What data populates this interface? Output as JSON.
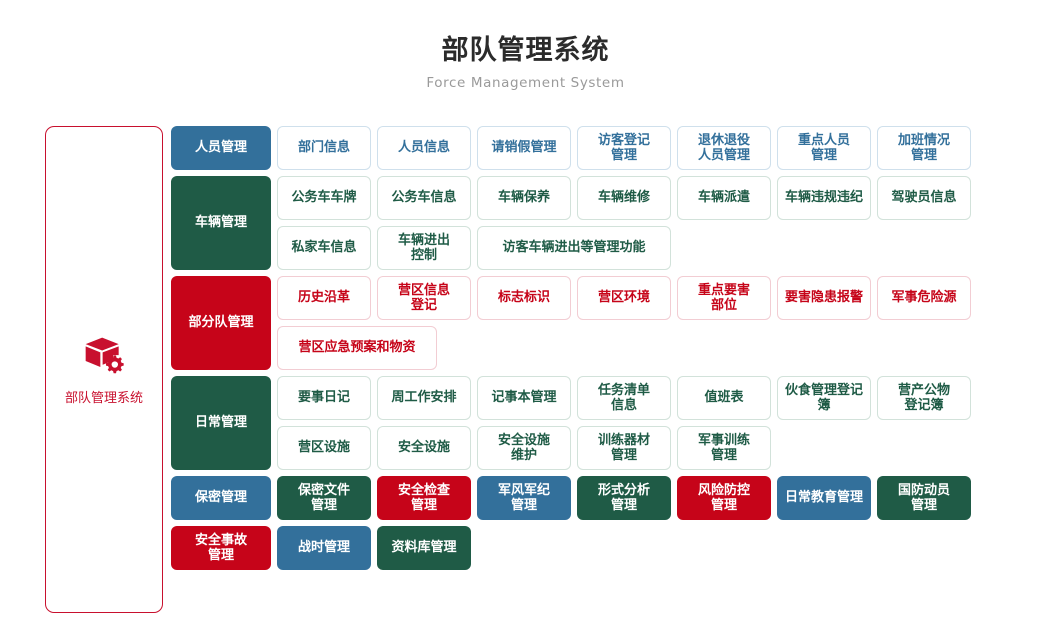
{
  "header": {
    "title": "部队管理系统",
    "subtitle": "Force Management System"
  },
  "sidebar": {
    "icon": "box-gear-icon",
    "label": "部队管理系统",
    "border_color": "#c8102e",
    "text_color": "#c8102e"
  },
  "palette": {
    "blue": "#33709b",
    "green": "#1f5b46",
    "red": "#c60419",
    "title_color": "#2b2b2b",
    "subtitle_color": "#9a9a9a"
  },
  "bands": [
    {
      "category": {
        "label": "人员管理",
        "style": "solid-blue"
      },
      "rows": [
        [
          {
            "label": "部门信息",
            "style": "out-blue",
            "width": "w1"
          },
          {
            "label": "人员信息",
            "style": "out-blue",
            "width": "w1"
          },
          {
            "label": "请销假管理",
            "style": "out-blue",
            "width": "w1"
          },
          {
            "label": "访客登记\n管理",
            "style": "out-blue",
            "width": "w1"
          },
          {
            "label": "退休退役\n人员管理",
            "style": "out-blue",
            "width": "w1"
          },
          {
            "label": "重点人员\n管理",
            "style": "out-blue",
            "width": "w1"
          },
          {
            "label": "加班情况\n管理",
            "style": "out-blue",
            "width": "w1"
          }
        ]
      ]
    },
    {
      "category": {
        "label": "车辆管理",
        "style": "solid-green"
      },
      "rows": [
        [
          {
            "label": "公务车车牌",
            "style": "out-green",
            "width": "w1"
          },
          {
            "label": "公务车信息",
            "style": "out-green",
            "width": "w1"
          },
          {
            "label": "车辆保养",
            "style": "out-green",
            "width": "w1"
          },
          {
            "label": "车辆维修",
            "style": "out-green",
            "width": "w1"
          },
          {
            "label": "车辆派遣",
            "style": "out-green",
            "width": "w1"
          },
          {
            "label": "车辆违规违纪",
            "style": "out-green",
            "width": "w1"
          },
          {
            "label": "驾驶员信息",
            "style": "out-green",
            "width": "w1"
          }
        ],
        [
          {
            "label": "私家车信息",
            "style": "out-green",
            "width": "w1"
          },
          {
            "label": "车辆进出\n控制",
            "style": "out-green",
            "width": "w1"
          },
          {
            "label": "访客车辆进出等管理功能",
            "style": "out-green",
            "width": "w-wide"
          }
        ]
      ]
    },
    {
      "category": {
        "label": "部分队管理",
        "style": "solid-red"
      },
      "rows": [
        [
          {
            "label": "历史沿革",
            "style": "out-red",
            "width": "w1"
          },
          {
            "label": "营区信息\n登记",
            "style": "out-red",
            "width": "w1"
          },
          {
            "label": "标志标识",
            "style": "out-red",
            "width": "w1"
          },
          {
            "label": "营区环境",
            "style": "out-red",
            "width": "w1"
          },
          {
            "label": "重点要害\n部位",
            "style": "out-red",
            "width": "w1"
          },
          {
            "label": "要害隐患报警",
            "style": "out-red",
            "width": "w1"
          },
          {
            "label": "军事危险源",
            "style": "out-red",
            "width": "w1"
          }
        ],
        [
          {
            "label": "营区应急预案和物资",
            "style": "out-red",
            "width": "w-wide3"
          }
        ]
      ]
    },
    {
      "category": {
        "label": "日常管理",
        "style": "solid-green"
      },
      "rows": [
        [
          {
            "label": "要事日记",
            "style": "out-green",
            "width": "w1"
          },
          {
            "label": "周工作安排",
            "style": "out-green",
            "width": "w1"
          },
          {
            "label": "记事本管理",
            "style": "out-green",
            "width": "w1"
          },
          {
            "label": "任务清单\n信息",
            "style": "out-green",
            "width": "w1"
          },
          {
            "label": "值班表",
            "style": "out-green",
            "width": "w1"
          },
          {
            "label": "伙食管理登记簿",
            "style": "out-green",
            "width": "w1"
          },
          {
            "label": "营产公物\n登记簿",
            "style": "out-green",
            "width": "w1"
          }
        ],
        [
          {
            "label": "营区设施",
            "style": "out-green",
            "width": "w1"
          },
          {
            "label": "安全设施",
            "style": "out-green",
            "width": "w1"
          },
          {
            "label": "安全设施\n维护",
            "style": "out-green",
            "width": "w1"
          },
          {
            "label": "训练器材\n管理",
            "style": "out-green",
            "width": "w1"
          },
          {
            "label": "军事训练\n管理",
            "style": "out-green",
            "width": "w1"
          }
        ]
      ]
    },
    {
      "category": {
        "label": "保密管理",
        "style": "solid-blue"
      },
      "rows": [
        [
          {
            "label": "保密文件\n管理",
            "style": "solid-green",
            "width": "w1"
          },
          {
            "label": "安全检查\n管理",
            "style": "solid-red",
            "width": "w1"
          },
          {
            "label": "军风军纪\n管理",
            "style": "solid-blue",
            "width": "w1"
          },
          {
            "label": "形式分析\n管理",
            "style": "solid-green",
            "width": "w1"
          },
          {
            "label": "风险防控\n管理",
            "style": "solid-red",
            "width": "w1"
          },
          {
            "label": "日常教育管理",
            "style": "solid-blue",
            "width": "w1"
          },
          {
            "label": "国防动员\n管理",
            "style": "solid-green",
            "width": "w1"
          }
        ]
      ]
    },
    {
      "category": {
        "label": "安全事故\n管理",
        "style": "solid-red"
      },
      "rows": [
        [
          {
            "label": "战时管理",
            "style": "solid-blue",
            "width": "w1"
          },
          {
            "label": "资料库管理",
            "style": "solid-green",
            "width": "w1"
          }
        ]
      ]
    }
  ]
}
